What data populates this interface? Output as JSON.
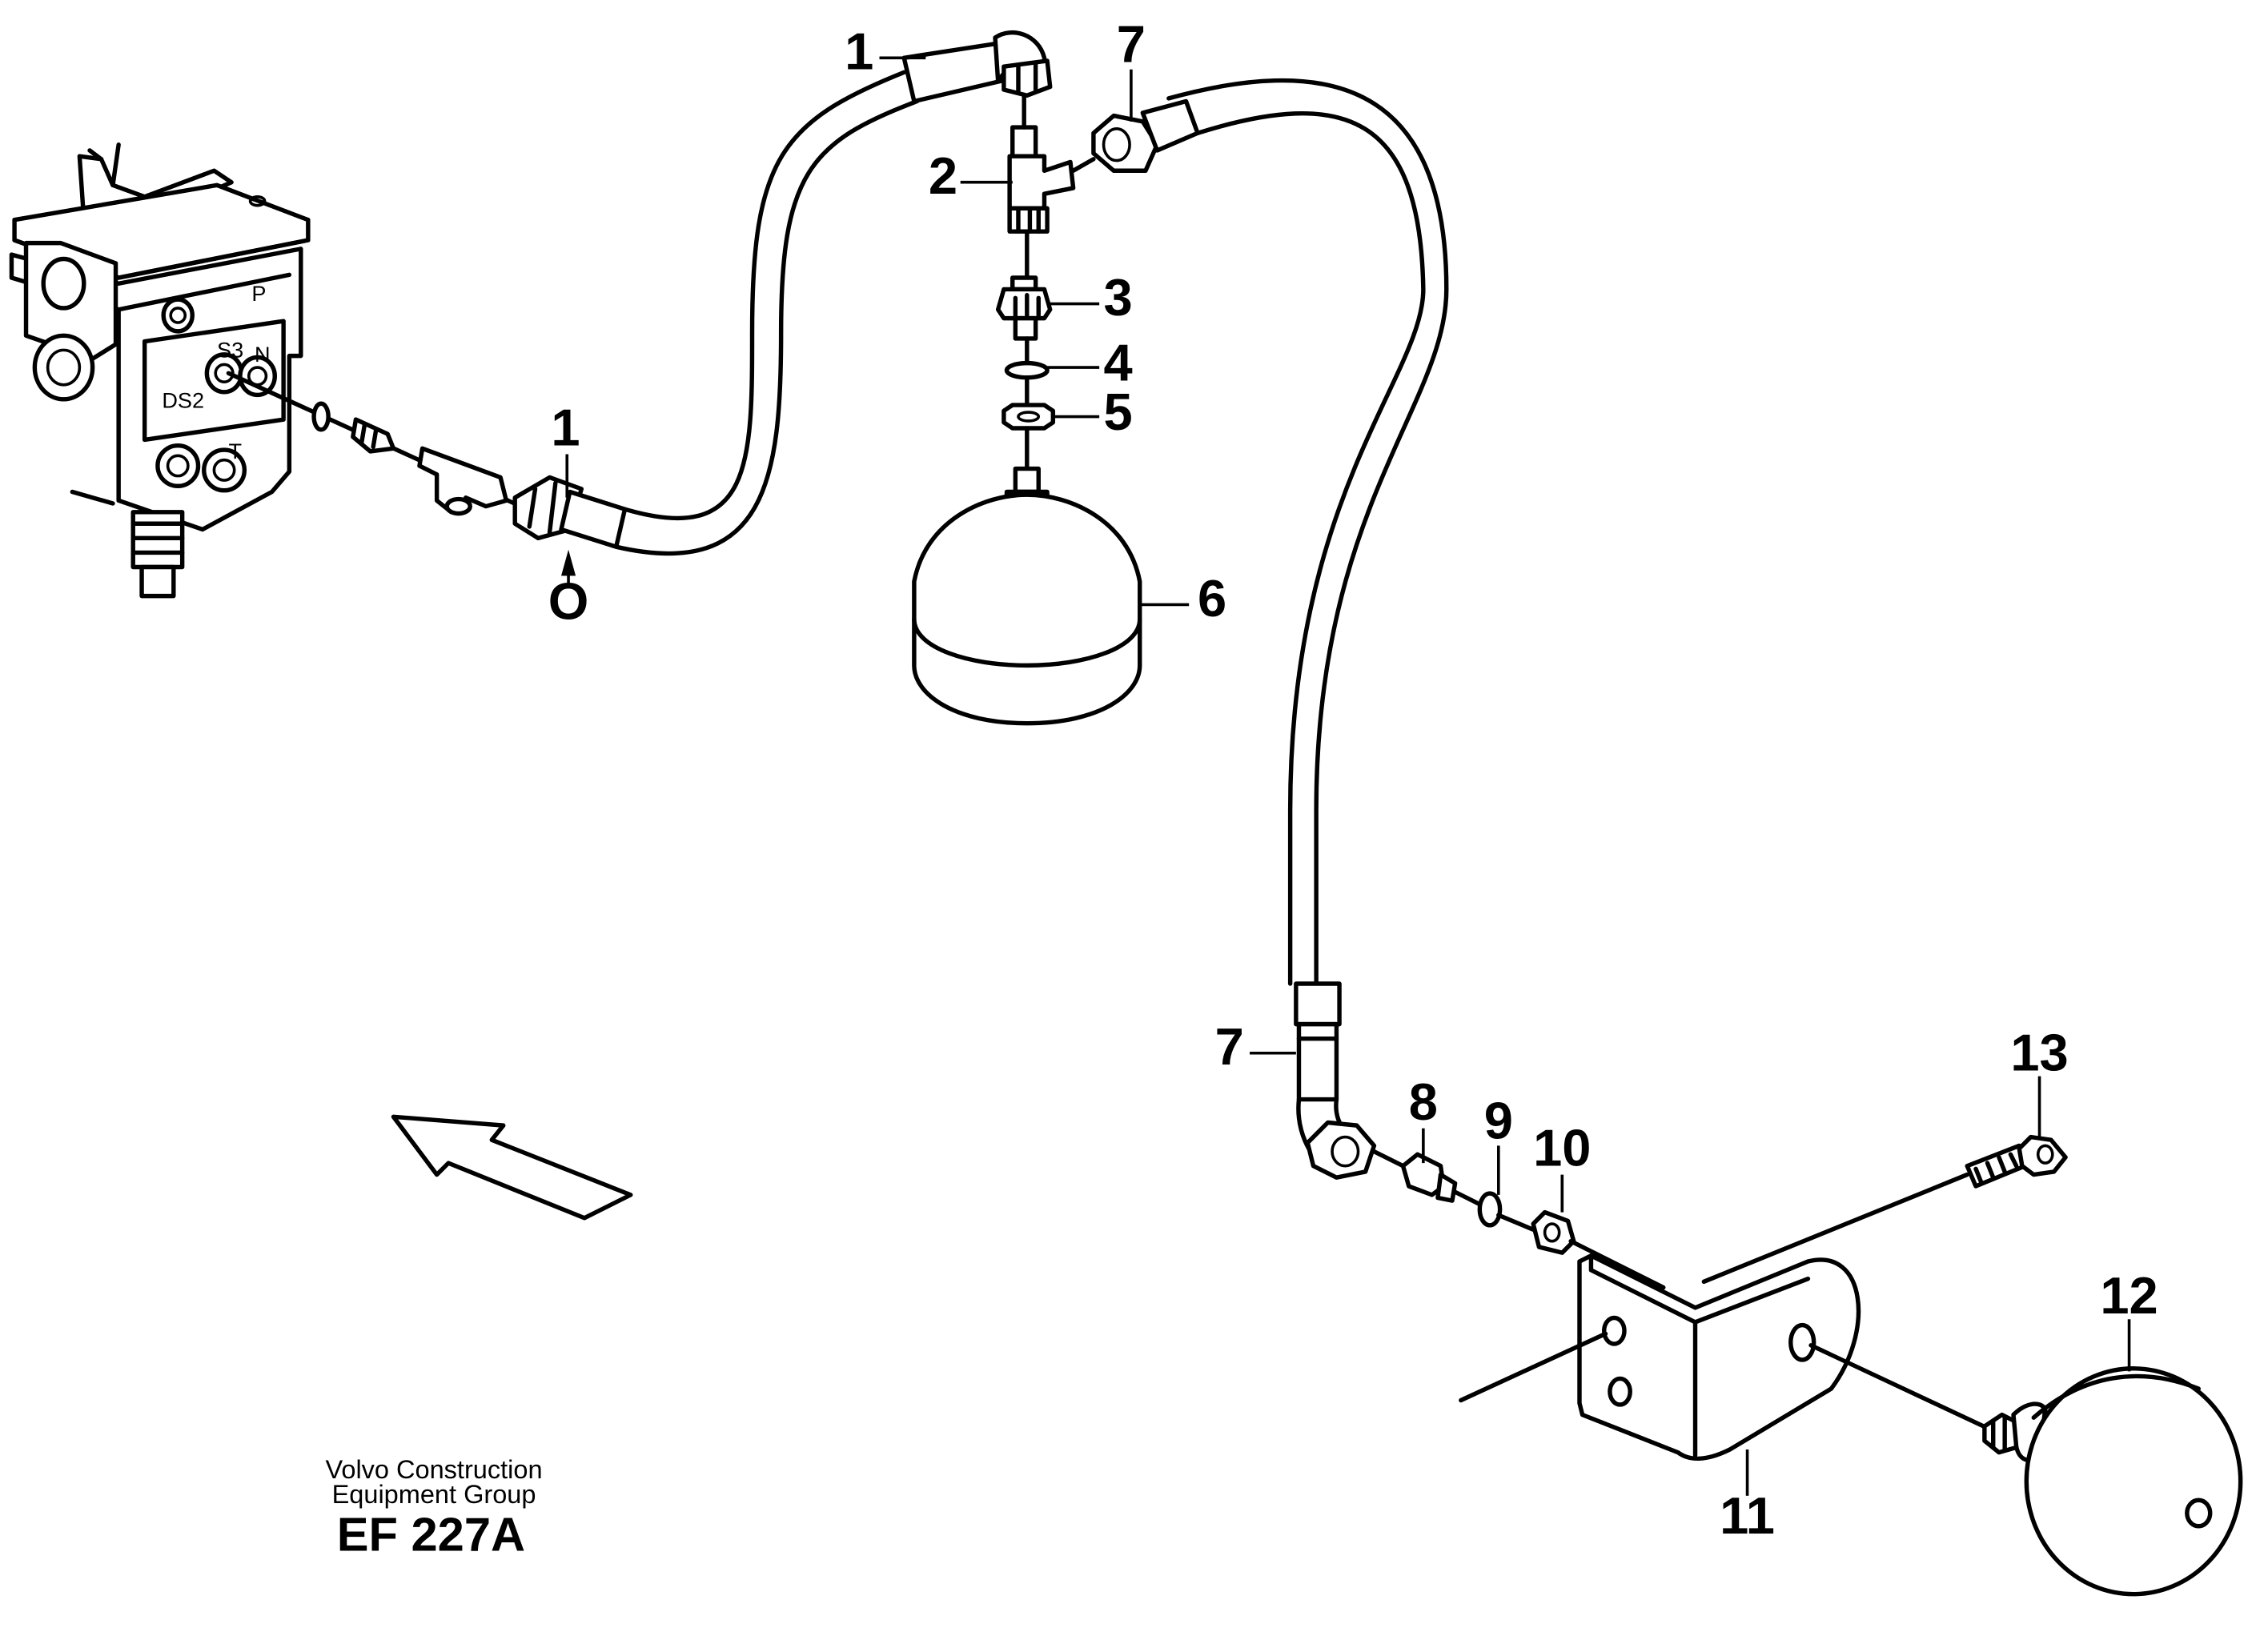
{
  "callouts": [
    {
      "id": "c1a",
      "label": "1"
    },
    {
      "id": "c7a",
      "label": "7"
    },
    {
      "id": "c2",
      "label": "2"
    },
    {
      "id": "c3",
      "label": "3"
    },
    {
      "id": "c4",
      "label": "4"
    },
    {
      "id": "c5",
      "label": "5"
    },
    {
      "id": "c1b",
      "label": "1"
    },
    {
      "id": "c6",
      "label": "6"
    },
    {
      "id": "cO",
      "label": "O"
    },
    {
      "id": "c7b",
      "label": "7"
    },
    {
      "id": "c8",
      "label": "8"
    },
    {
      "id": "c9",
      "label": "9"
    },
    {
      "id": "c10",
      "label": "10"
    },
    {
      "id": "c13",
      "label": "13"
    },
    {
      "id": "c12",
      "label": "12"
    },
    {
      "id": "c11",
      "label": "11"
    }
  ],
  "valve_port_labels": {
    "p": "P",
    "s3": "S3",
    "n": "N",
    "ds2": "DS2",
    "t": "T"
  },
  "footer": {
    "credit_line1": "Volvo Construction",
    "credit_line2": "Equipment Group",
    "figure_id": "EF 227A"
  },
  "colors": {
    "line": "#000000",
    "background": "#ffffff"
  }
}
